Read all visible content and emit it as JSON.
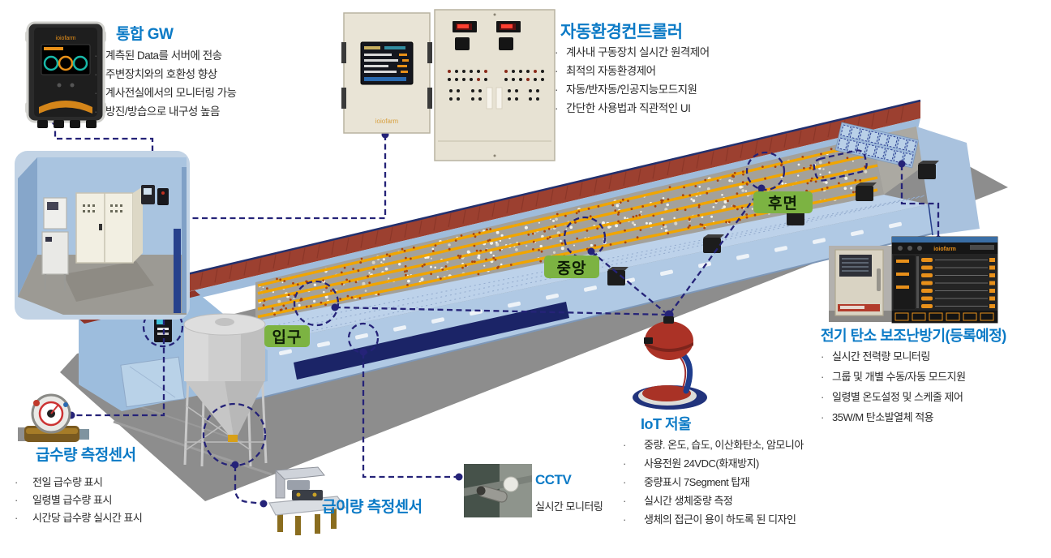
{
  "ui": {
    "bullet_marker": "·"
  },
  "brand_logo": "ioiofarm",
  "colors": {
    "title_blue": "#0b7ac6",
    "connector_navy": "#252378",
    "label_green": "#7cb342",
    "roof_red": "#9c4030",
    "wall_blue": "#b0c9e4",
    "feed_yellow": "#f0a500"
  },
  "sections": {
    "gateway": {
      "title": "통합 GW",
      "bullets": [
        "계측된 Data를 서버에 전송",
        "주변장치와의 호환성 향상",
        "계사전실에서의 모니터링 가능",
        "방진/방습으로 내구성 높음"
      ]
    },
    "controller": {
      "title": "자동환경컨트롤러",
      "bullets": [
        "계사내 구동장치 실시간 원격제어",
        "최적의 자동환경제어",
        "자동/반자동/인공지능모드지원",
        "간단한 사용법과 직관적인 UI"
      ]
    },
    "heater": {
      "title": "전기 탄소 보조난방기(등록예정)",
      "bullets": [
        "실시간 전력량 모니터링",
        "그룹 및 개별 수동/자동 모드지원",
        "일령별 온도설정 및 스케줄 제어",
        "35W/M 탄소발열체 적용"
      ]
    },
    "iot_scale": {
      "title": "IoT 저울",
      "bullets": [
        "중량. 온도, 습도, 이산화탄소, 암모니아",
        "사용전원 24VDC(화재방지)",
        "중량표시 7Segment 탑재",
        "실시간 생체중량 측정",
        "생체의 접근이 용이 하도록 된 디자인"
      ]
    },
    "water_sensor": {
      "title": "급수량 측정센서",
      "bullets": [
        "전일 급수량 표시",
        "일령별  급수량 표시",
        "시간당 급수량 실시간 표시"
      ]
    },
    "feed_sensor": {
      "title": "급이량 측정센서"
    },
    "cctv": {
      "title": "CCTV",
      "caption": "실시간 모니터링"
    }
  },
  "position_labels": [
    "입구",
    "중앙",
    "후면"
  ]
}
